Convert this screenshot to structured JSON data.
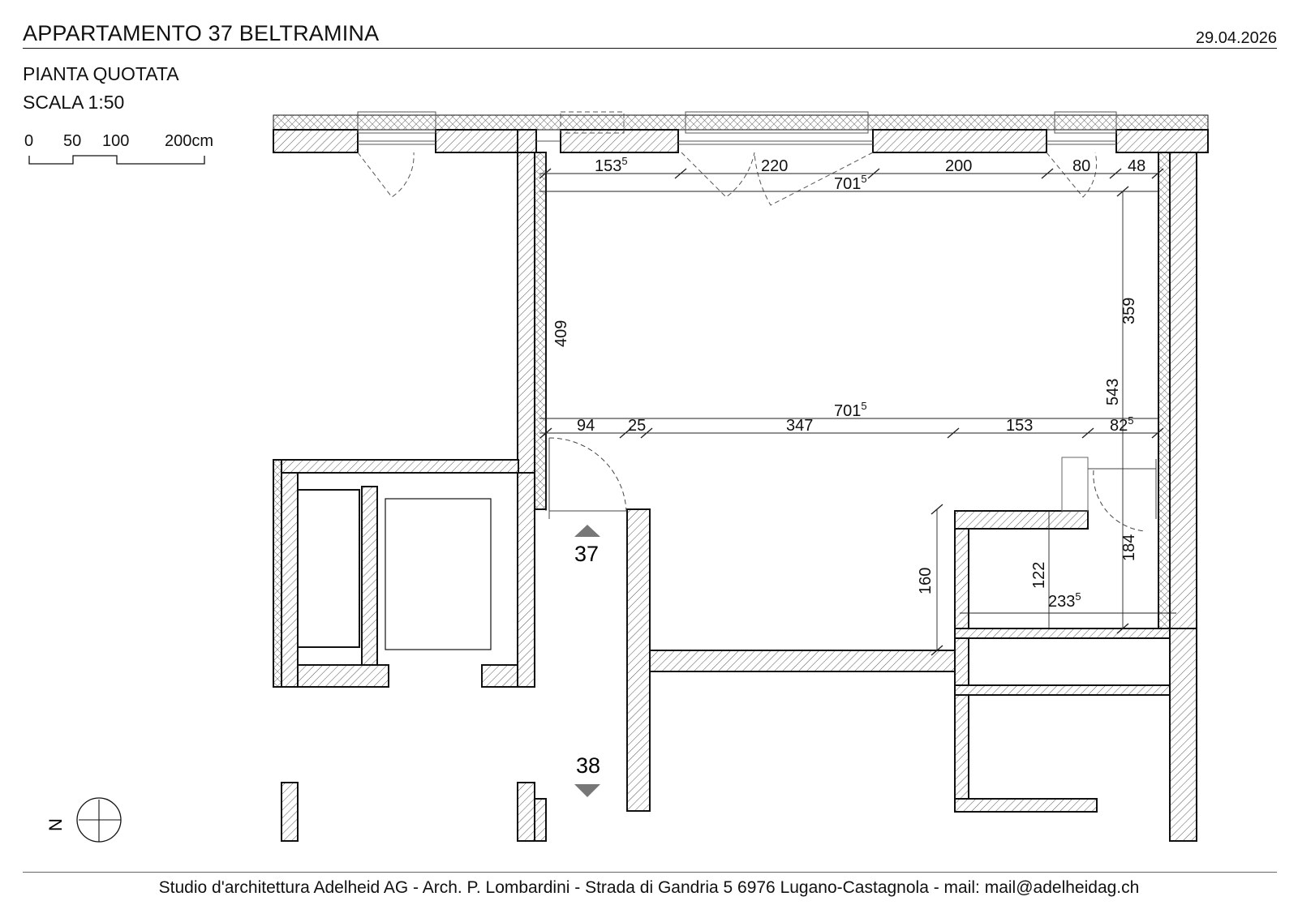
{
  "header": {
    "title": "APPARTAMENTO 37 BELTRAMINA",
    "date": "29.04.2026",
    "drawing_type": "PIANTA QUOTATA",
    "scale": "SCALA 1:50"
  },
  "scale_bar": {
    "labels": [
      "0",
      "50",
      "100",
      "200cm"
    ]
  },
  "dimensions": {
    "top_segments": [
      {
        "base": "153",
        "sup": "5"
      },
      {
        "base": "220",
        "sup": ""
      },
      {
        "base": "200",
        "sup": ""
      },
      {
        "base": "80",
        "sup": ""
      },
      {
        "base": "48",
        "sup": ""
      }
    ],
    "top_total": {
      "base": "701",
      "sup": "5"
    },
    "mid_total": {
      "base": "701",
      "sup": "5"
    },
    "mid_segments": [
      {
        "base": "94",
        "sup": ""
      },
      {
        "base": "25",
        "sup": ""
      },
      {
        "base": "347",
        "sup": ""
      },
      {
        "base": "153",
        "sup": ""
      },
      {
        "base": "82",
        "sup": "5"
      }
    ],
    "left_height": "409",
    "right_upper": "359",
    "right_total": "543",
    "right_lower": "184",
    "bath_height": "160",
    "bath_inner": "122",
    "bath_width": {
      "base": "233",
      "sup": "5"
    }
  },
  "markers": {
    "unit_37": "37",
    "unit_38": "38"
  },
  "north": {
    "label": "N"
  },
  "footer": {
    "text": "Studio d'architettura Adelheid AG - Arch. P. Lombardini - Strada di Gandria 5 6976 Lugano-Castagnola - mail: mail@adelheidag.ch"
  }
}
